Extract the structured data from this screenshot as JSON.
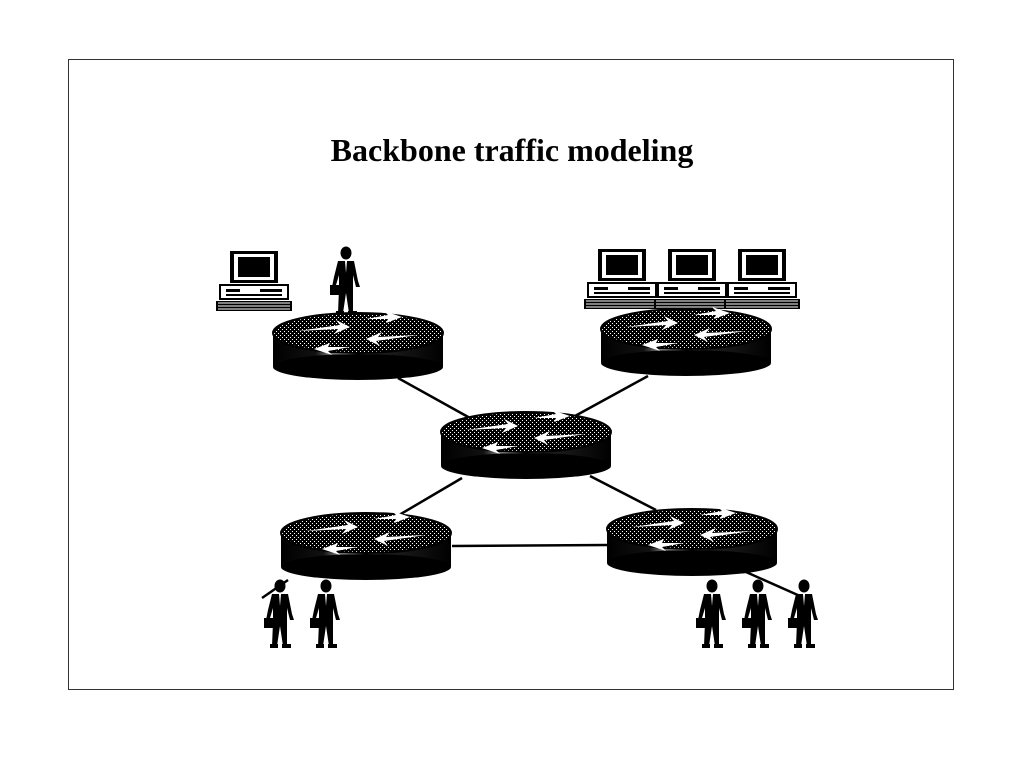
{
  "slide": {
    "title": "Backbone traffic modeling"
  },
  "colors": {
    "ink": "#000000",
    "background": "#ffffff",
    "border": "#333333"
  },
  "diagram": {
    "nodes": [
      {
        "id": "router-top-left",
        "kind": "router"
      },
      {
        "id": "router-top-right",
        "kind": "router"
      },
      {
        "id": "router-center",
        "kind": "router"
      },
      {
        "id": "router-bottom-left",
        "kind": "router"
      },
      {
        "id": "router-bottom-right",
        "kind": "router"
      }
    ],
    "links": [
      {
        "from": "router-top-left",
        "to": "router-center"
      },
      {
        "from": "router-top-right",
        "to": "router-center"
      },
      {
        "from": "router-center",
        "to": "router-bottom-left"
      },
      {
        "from": "router-center",
        "to": "router-bottom-right"
      },
      {
        "from": "router-bottom-left",
        "to": "router-bottom-right"
      }
    ],
    "attachments": [
      {
        "router": "router-top-left",
        "computers": 1,
        "users": 1
      },
      {
        "router": "router-top-right",
        "computers": 3,
        "users": 0
      },
      {
        "router": "router-bottom-left",
        "computers": 0,
        "users": 2
      },
      {
        "router": "router-bottom-right",
        "computers": 0,
        "users": 3
      }
    ],
    "icons": [
      "router-icon",
      "computer-icon",
      "businessman-icon"
    ]
  }
}
